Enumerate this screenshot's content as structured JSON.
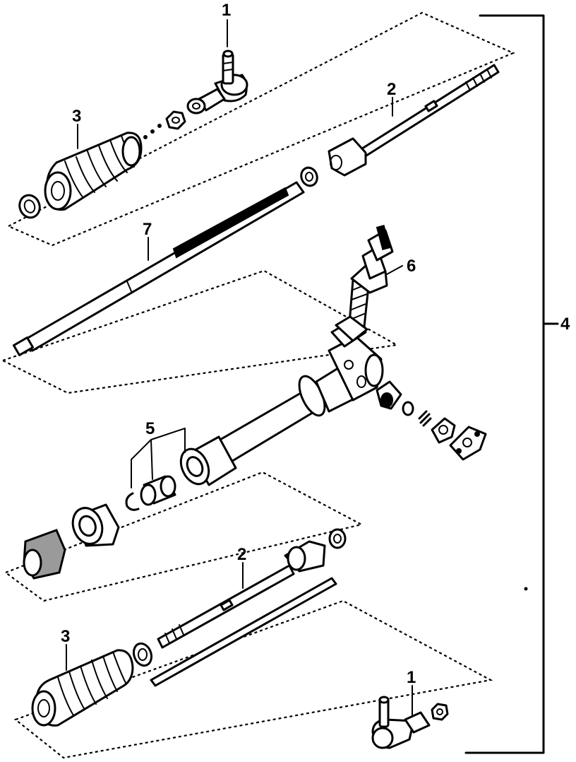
{
  "callouts": {
    "tie_rod_end_top": "1",
    "tie_rod_end_bottom": "1",
    "inner_tie_rod_top": "2",
    "inner_tie_rod_bottom": "2",
    "boot_top": "3",
    "boot_bottom": "3",
    "rack_assembly": "4",
    "bushings": "5",
    "pinion": "6",
    "rack": "7"
  }
}
